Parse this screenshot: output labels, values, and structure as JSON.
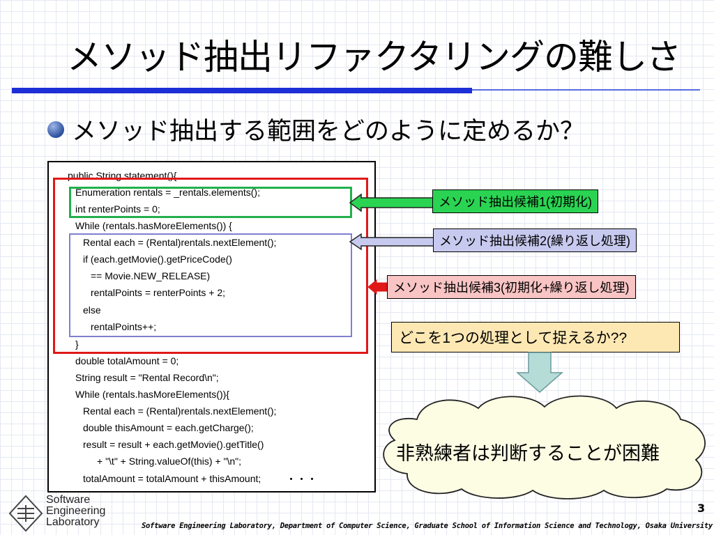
{
  "slide": {
    "title": "メソッド抽出リファクタリングの難しさ",
    "bullet": "メソッド抽出する範囲をどのように定めるか？",
    "code_lines": [
      "public String statement(){",
      "Enumeration rentals = _rentals.elements();",
      "int renterPoints = 0;",
      "While (rentals.hasMoreElements()) {",
      "Rental each = (Rental)rentals.nextElement();",
      "if (each.getMovie().getPriceCode()",
      "== Movie.NEW_RELEASE)",
      "rentalPoints = renterPoints + 2;",
      "else",
      "rentalPoints++;",
      "}",
      "double totalAmount = 0;",
      "String result = \"Rental Record\\n\";",
      "While (rentals.hasMoreElements()){",
      "Rental each = (Rental)rentals.nextElement();",
      "double thisAmount = each.getCharge();",
      "result = result + each.getMovie().getTitle()",
      "+ \"\\t\" + String.valueOf(this) + \"\\n\";",
      "totalAmount = totalAmount + thisAmount;"
    ],
    "ellipsis": "・・・",
    "candidates": {
      "c1": "メソッド抽出候補1(初期化)",
      "c2": "メソッド抽出候補2(繰り返し処理)",
      "c3": "メソッド抽出候補3(初期化+繰り返し処理)"
    },
    "question": "どこを1つの処理として捉えるか??",
    "cloud": "非熟練者は判断することが困難",
    "page_number": "3",
    "logo": {
      "line1": "Software",
      "line2": "Engineering",
      "line3": "Laboratory"
    },
    "footer": "Software Engineering Laboratory, Department of Computer Science, Graduate School of Information Science and Technology, Osaka University"
  },
  "colors": {
    "title_rule": "#1c2fd6",
    "candidate1_border": "#22b04c",
    "candidate1_fill": "#2ad452",
    "candidate2_border": "#7f7fd0",
    "candidate2_fill": "#c7c9ef",
    "candidate3_border": "#e01818",
    "candidate3_fill": "#f9c4c4",
    "question_fill": "#fde8b4",
    "down_arrow_fill": "#b6dcd8",
    "cloud_fill": "#fdfde4"
  }
}
